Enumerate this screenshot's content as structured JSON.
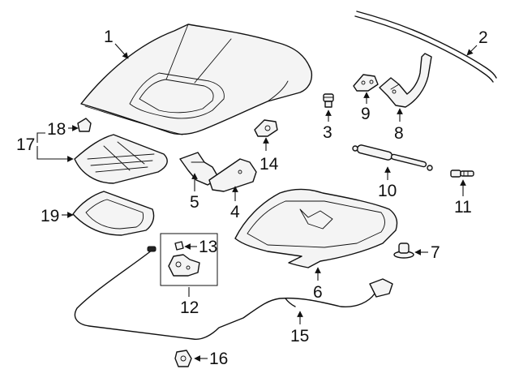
{
  "callouts": {
    "c1": "1",
    "c2": "2",
    "c3": "3",
    "c4": "4",
    "c5": "5",
    "c6": "6",
    "c7": "7",
    "c8": "8",
    "c9": "9",
    "c10": "10",
    "c11": "11",
    "c12": "12",
    "c13": "13",
    "c14": "14",
    "c15": "15",
    "c16": "16",
    "c17": "17",
    "c18": "18",
    "c19": "19"
  },
  "colors": {
    "line": "#111111",
    "background": "#ffffff"
  }
}
